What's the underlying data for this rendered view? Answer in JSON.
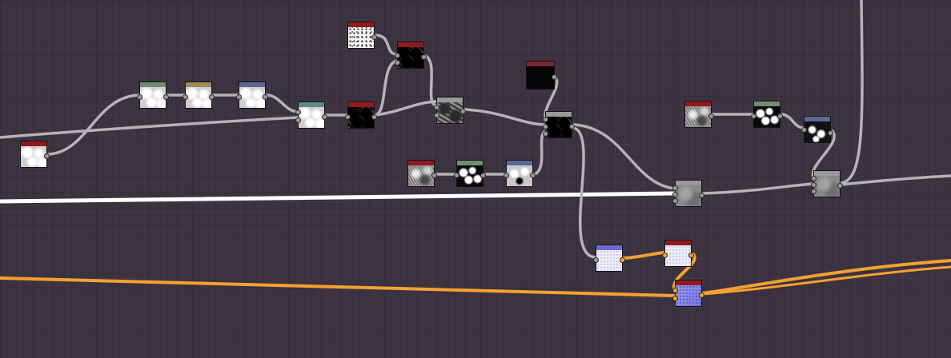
{
  "canvas": {
    "grid_color": "#3b3240",
    "wire_colors": {
      "gray": "#b4b4b4",
      "white": "#ffffff",
      "orange": "#f5a12f"
    }
  },
  "nodes": [
    {
      "id": "n1",
      "header_color": "#8f1a1f",
      "thumb": "cloud"
    },
    {
      "id": "n2",
      "header_color": "#6f8f6e",
      "thumb": "cloud"
    },
    {
      "id": "n3",
      "header_color": "#a08c52",
      "thumb": "cloud"
    },
    {
      "id": "n4",
      "header_color": "#5a6a95",
      "thumb": "cloud"
    },
    {
      "id": "n5",
      "header_color": "#5f8a8a",
      "thumb": "cloud"
    },
    {
      "id": "n6",
      "header_color": "#8f1a1f",
      "thumb": "speckle"
    },
    {
      "id": "n7",
      "header_color": "#8f1a1f",
      "thumb": "dark-cells"
    },
    {
      "id": "n8",
      "header_color": "#8f1a1f",
      "thumb": "dark-cells"
    },
    {
      "id": "n9",
      "header_color": "#9a9a9a",
      "thumb": "gray-cells"
    },
    {
      "id": "n10",
      "header_color": "#7a2630",
      "thumb": "black"
    },
    {
      "id": "n11",
      "header_color": "#9a9a9a",
      "thumb": "dark-cells"
    },
    {
      "id": "n12",
      "header_color": "#8f1a1f",
      "thumb": "noise"
    },
    {
      "id": "n13",
      "header_color": "#6f8f6e",
      "thumb": "black-white"
    },
    {
      "id": "n14",
      "header_color": "#5a6a95",
      "thumb": "black-white-light"
    },
    {
      "id": "n15",
      "header_color": "#9a9a9a",
      "thumb": "gray"
    },
    {
      "id": "n16",
      "header_color": "#8f1a1f",
      "thumb": "noise"
    },
    {
      "id": "n17",
      "header_color": "#6f8f6e",
      "thumb": "black-white"
    },
    {
      "id": "n18",
      "header_color": "#5a6a95",
      "thumb": "black-white"
    },
    {
      "id": "n19",
      "header_color": "#9a9a9a",
      "thumb": "gray"
    },
    {
      "id": "n20",
      "header_color": "#6a6ad8",
      "thumb": "lavender"
    },
    {
      "id": "n21",
      "header_color": "#8f1a1f",
      "thumb": "lavender"
    },
    {
      "id": "n22",
      "header_color": "#8f1a1f",
      "thumb": "blue"
    }
  ]
}
